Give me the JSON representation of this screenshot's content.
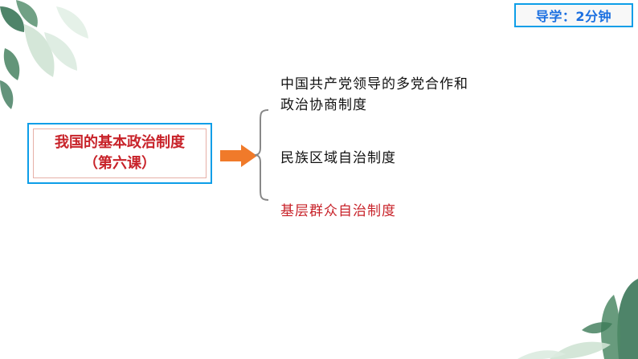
{
  "badge": {
    "label": "导学：2分钟"
  },
  "lesson": {
    "title": "我国的基本政治制度",
    "subtitle": "（第六课）"
  },
  "items": [
    {
      "line1": "中国共产党领导的多党合作和",
      "line2": "政治协商制度"
    },
    {
      "line1": "民族区域自治制度"
    },
    {
      "line1": "基层群众自治制度"
    }
  ],
  "colors": {
    "accent_blue": "#0d9ee8",
    "title_red": "#c8232a",
    "arrow_orange": "#f07a2a",
    "leaf_green": "#2f6f4f"
  }
}
